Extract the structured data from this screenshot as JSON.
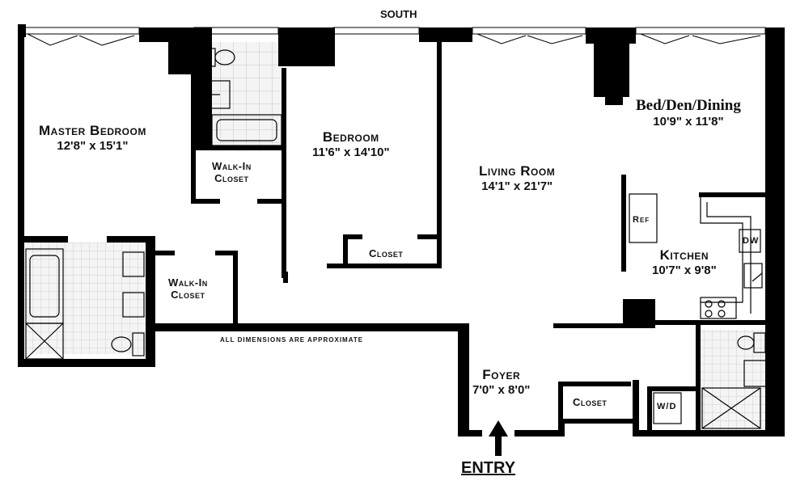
{
  "compass": "SOUTH",
  "note": "ALL DIMENSIONS ARE APPROXIMATE",
  "entry": "ENTRY",
  "rooms": {
    "master_bedroom": {
      "name": "Master Bedroom",
      "dims": "12'8\" x 15'1\""
    },
    "bedroom": {
      "name": "Bedroom",
      "dims": "11'6\" x 14'10\""
    },
    "living_room": {
      "name": "Living Room",
      "dims": "14'1\" x 21'7\""
    },
    "bed_den_dining": {
      "name": "Bed/Den/Dining",
      "dims": "10'9\" x 11'8\""
    },
    "kitchen": {
      "name": "Kitchen",
      "dims": "10'7\" x 9'8\""
    },
    "foyer": {
      "name": "Foyer",
      "dims": "7'0\" x 8'0\""
    }
  },
  "closets": {
    "walk_in_upper": {
      "line1": "Walk-In",
      "line2": "Closet"
    },
    "walk_in_lower": {
      "line1": "Walk-In",
      "line2": "Closet"
    },
    "bedroom_closet": "Closet",
    "foyer_closet": "Closet"
  },
  "appliances": {
    "refrigerator": "Ref",
    "dishwasher": "DW",
    "washer_dryer": "W/D"
  }
}
